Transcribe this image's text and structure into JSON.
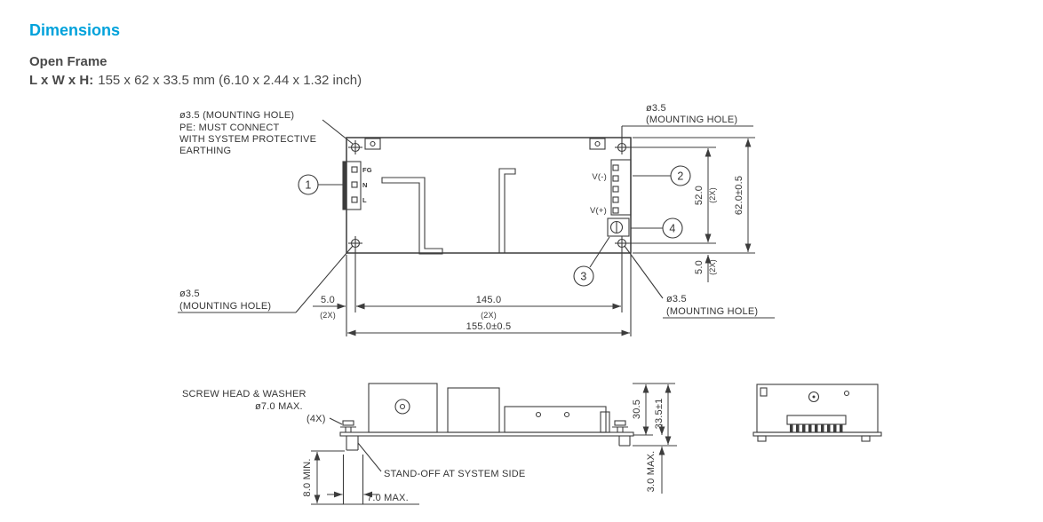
{
  "header": {
    "title": "Dimensions",
    "subtitle": "Open Frame",
    "dim_label": "L x W x H:",
    "dim_value": "155 x 62 x 33.5 mm (6.10 x 2.44 x 1.32 inch)"
  },
  "colors": {
    "accent": "#00A2DB",
    "line": "#3c3c3c",
    "text": "#353535"
  },
  "top_view": {
    "hole_tl": "ø3.5 (MOUNTING HOLE)",
    "pe1": "PE: MUST CONNECT",
    "pe2": "WITH SYSTEM PROTECTIVE",
    "pe3": "EARTHING",
    "hole_tr_1": "ø3.5",
    "hole_tr_2": "(MOUNTING HOLE)",
    "hole_bl_1": "ø3.5",
    "hole_bl_2": "(MOUNTING HOLE)",
    "hole_br_1": "ø3.5",
    "hole_br_2": "(MOUNTING HOLE)",
    "pin_fg": "FG",
    "pin_n": "N",
    "pin_l": "L",
    "out_vminus": "V(-)",
    "out_vplus": "V(+)",
    "c1": "1",
    "c2": "2",
    "c3": "3",
    "c4": "4",
    "dim_5b": "5.0",
    "dim_5b_x": "(2X)",
    "dim_145": "145.0",
    "dim_145_x": "(2X)",
    "dim_155": "155.0±0.5",
    "dim_52": "52.0",
    "dim_52_x": "(2X)",
    "dim_62": "62.0±0.5",
    "dim_5r": "5.0",
    "dim_5r_x": "(2X)"
  },
  "side_view": {
    "screw1": "SCREW HEAD & WASHER",
    "screw2": "ø7.0 MAX.",
    "screw3": "(4X)",
    "standoff": "STAND-OFF AT SYSTEM SIDE",
    "dim_8": "8.0 MIN.",
    "dim_7": "7.0 MAX.",
    "dim_305": "30.5",
    "dim_335": "33.5±1",
    "dim_3": "3.0 MAX."
  }
}
